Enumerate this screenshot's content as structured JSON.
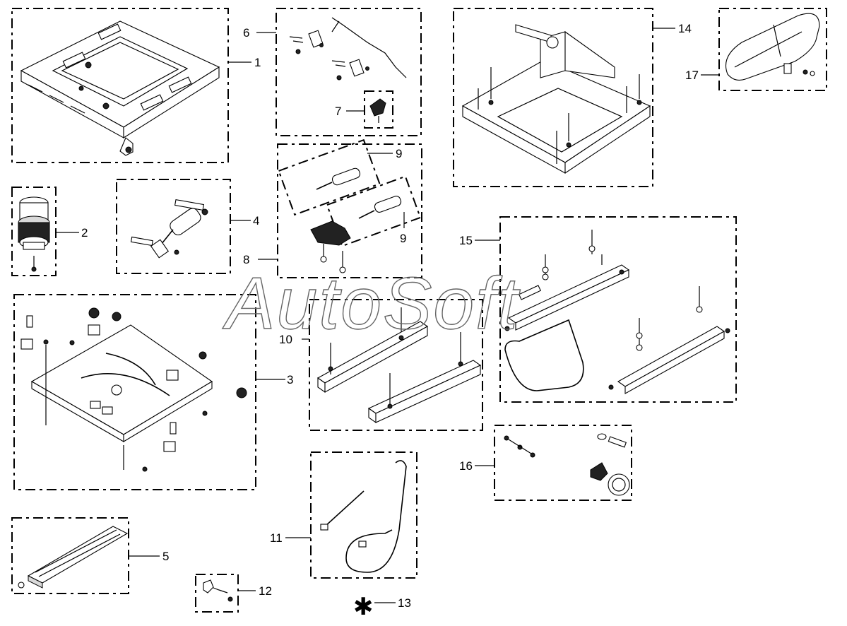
{
  "watermark": "AutoSoft",
  "callouts": [
    {
      "id": "1",
      "label": "1"
    },
    {
      "id": "2",
      "label": "2"
    },
    {
      "id": "3",
      "label": "3"
    },
    {
      "id": "4",
      "label": "4"
    },
    {
      "id": "5",
      "label": "5"
    },
    {
      "id": "6",
      "label": "6"
    },
    {
      "id": "7",
      "label": "7"
    },
    {
      "id": "8",
      "label": "8"
    },
    {
      "id": "9a",
      "label": "9"
    },
    {
      "id": "9b",
      "label": "9"
    },
    {
      "id": "10",
      "label": "10"
    },
    {
      "id": "11",
      "label": "11"
    },
    {
      "id": "12",
      "label": "12"
    },
    {
      "id": "13",
      "label": "13"
    },
    {
      "id": "14",
      "label": "14"
    },
    {
      "id": "15",
      "label": "15"
    },
    {
      "id": "16",
      "label": "16"
    },
    {
      "id": "17",
      "label": "17"
    }
  ],
  "asterisk_symbol": "✱"
}
